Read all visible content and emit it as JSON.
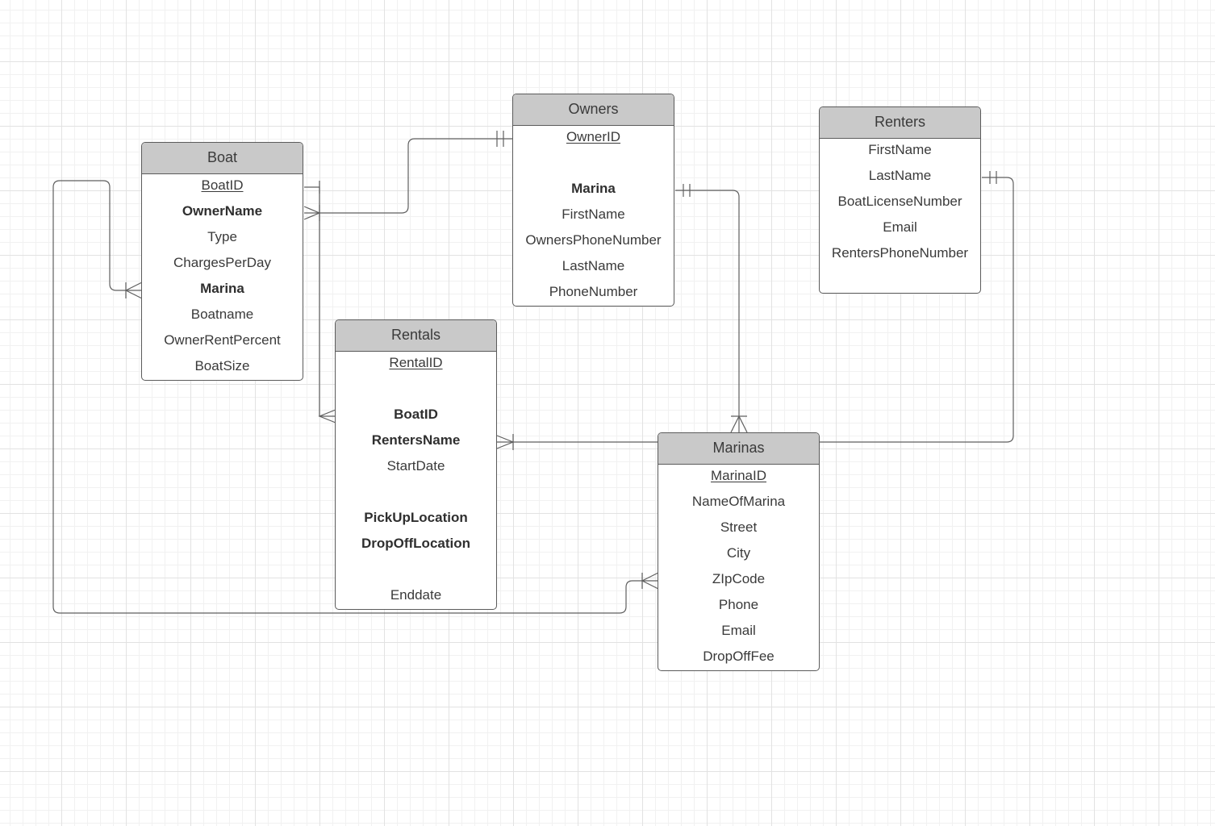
{
  "entities": {
    "boat": {
      "title": "Boat",
      "fields": [
        "BoatID",
        "OwnerName",
        "Type",
        "ChargesPerDay",
        "Marina",
        "Boatname",
        "OwnerRentPercent",
        "BoatSize"
      ]
    },
    "owners": {
      "title": "Owners",
      "fields": [
        "OwnerID",
        "Marina",
        "FirstName",
        "OwnersPhoneNumber",
        "LastName",
        "PhoneNumber"
      ]
    },
    "renters": {
      "title": "Renters",
      "fields": [
        "FirstName",
        "LastName",
        "BoatLicenseNumber",
        "Email",
        "RentersPhoneNumber"
      ]
    },
    "rentals": {
      "title": "Rentals",
      "fields": [
        "RentalID",
        "BoatID",
        "RentersName",
        "StartDate",
        "PickUpLocation",
        "DropOffLocation",
        "Enddate"
      ]
    },
    "marinas": {
      "title": "Marinas",
      "fields": [
        "MarinaID",
        "NameOfMarina",
        "Street",
        "City",
        "ZIpCode",
        "Phone",
        "Email",
        "DropOffFee"
      ]
    }
  },
  "relationships": [
    {
      "from": "boat.OwnerName",
      "to": "owners.OwnerID",
      "from_cardinality": "one-or-many",
      "to_cardinality": "exactly-one"
    },
    {
      "from": "boat.BoatID",
      "to": "rentals.BoatID",
      "from_cardinality": "exactly-one",
      "to_cardinality": "many"
    },
    {
      "from": "owners.Marina",
      "to": "marinas",
      "from_cardinality": "exactly-one",
      "to_cardinality": "one-or-many"
    },
    {
      "from": "renters",
      "to": "rentals.RentersName",
      "from_cardinality": "exactly-one",
      "to_cardinality": "one-or-many"
    },
    {
      "from": "marinas.ZIpCode",
      "to": "boat.Marina",
      "from_cardinality": "one-or-many",
      "to_cardinality": "one-or-many"
    }
  ],
  "colors": {
    "header": "#c9c9c9",
    "border": "#5b5b5b",
    "line": "#5f5f5f",
    "text": "#3a3a3a"
  }
}
